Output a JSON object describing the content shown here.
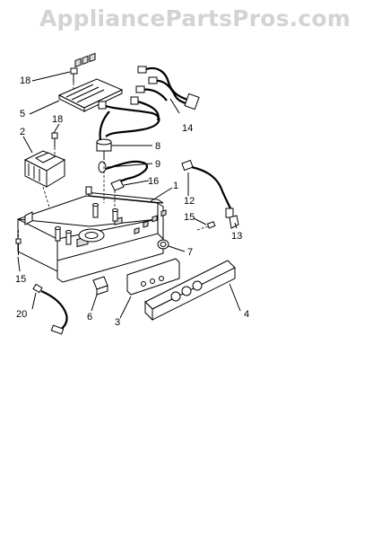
{
  "watermark": "AppliancePartsPros.com",
  "callouts": {
    "p1": "1",
    "p2": "2",
    "p3": "3",
    "p4": "4",
    "p5": "5",
    "p6": "6",
    "p7": "7",
    "p8": "8",
    "p9": "9",
    "p12": "12",
    "p13": "13",
    "p14": "14",
    "p15a": "15",
    "p15b": "15",
    "p16": "16",
    "p18a": "18",
    "p18b": "18",
    "p20": "20"
  }
}
